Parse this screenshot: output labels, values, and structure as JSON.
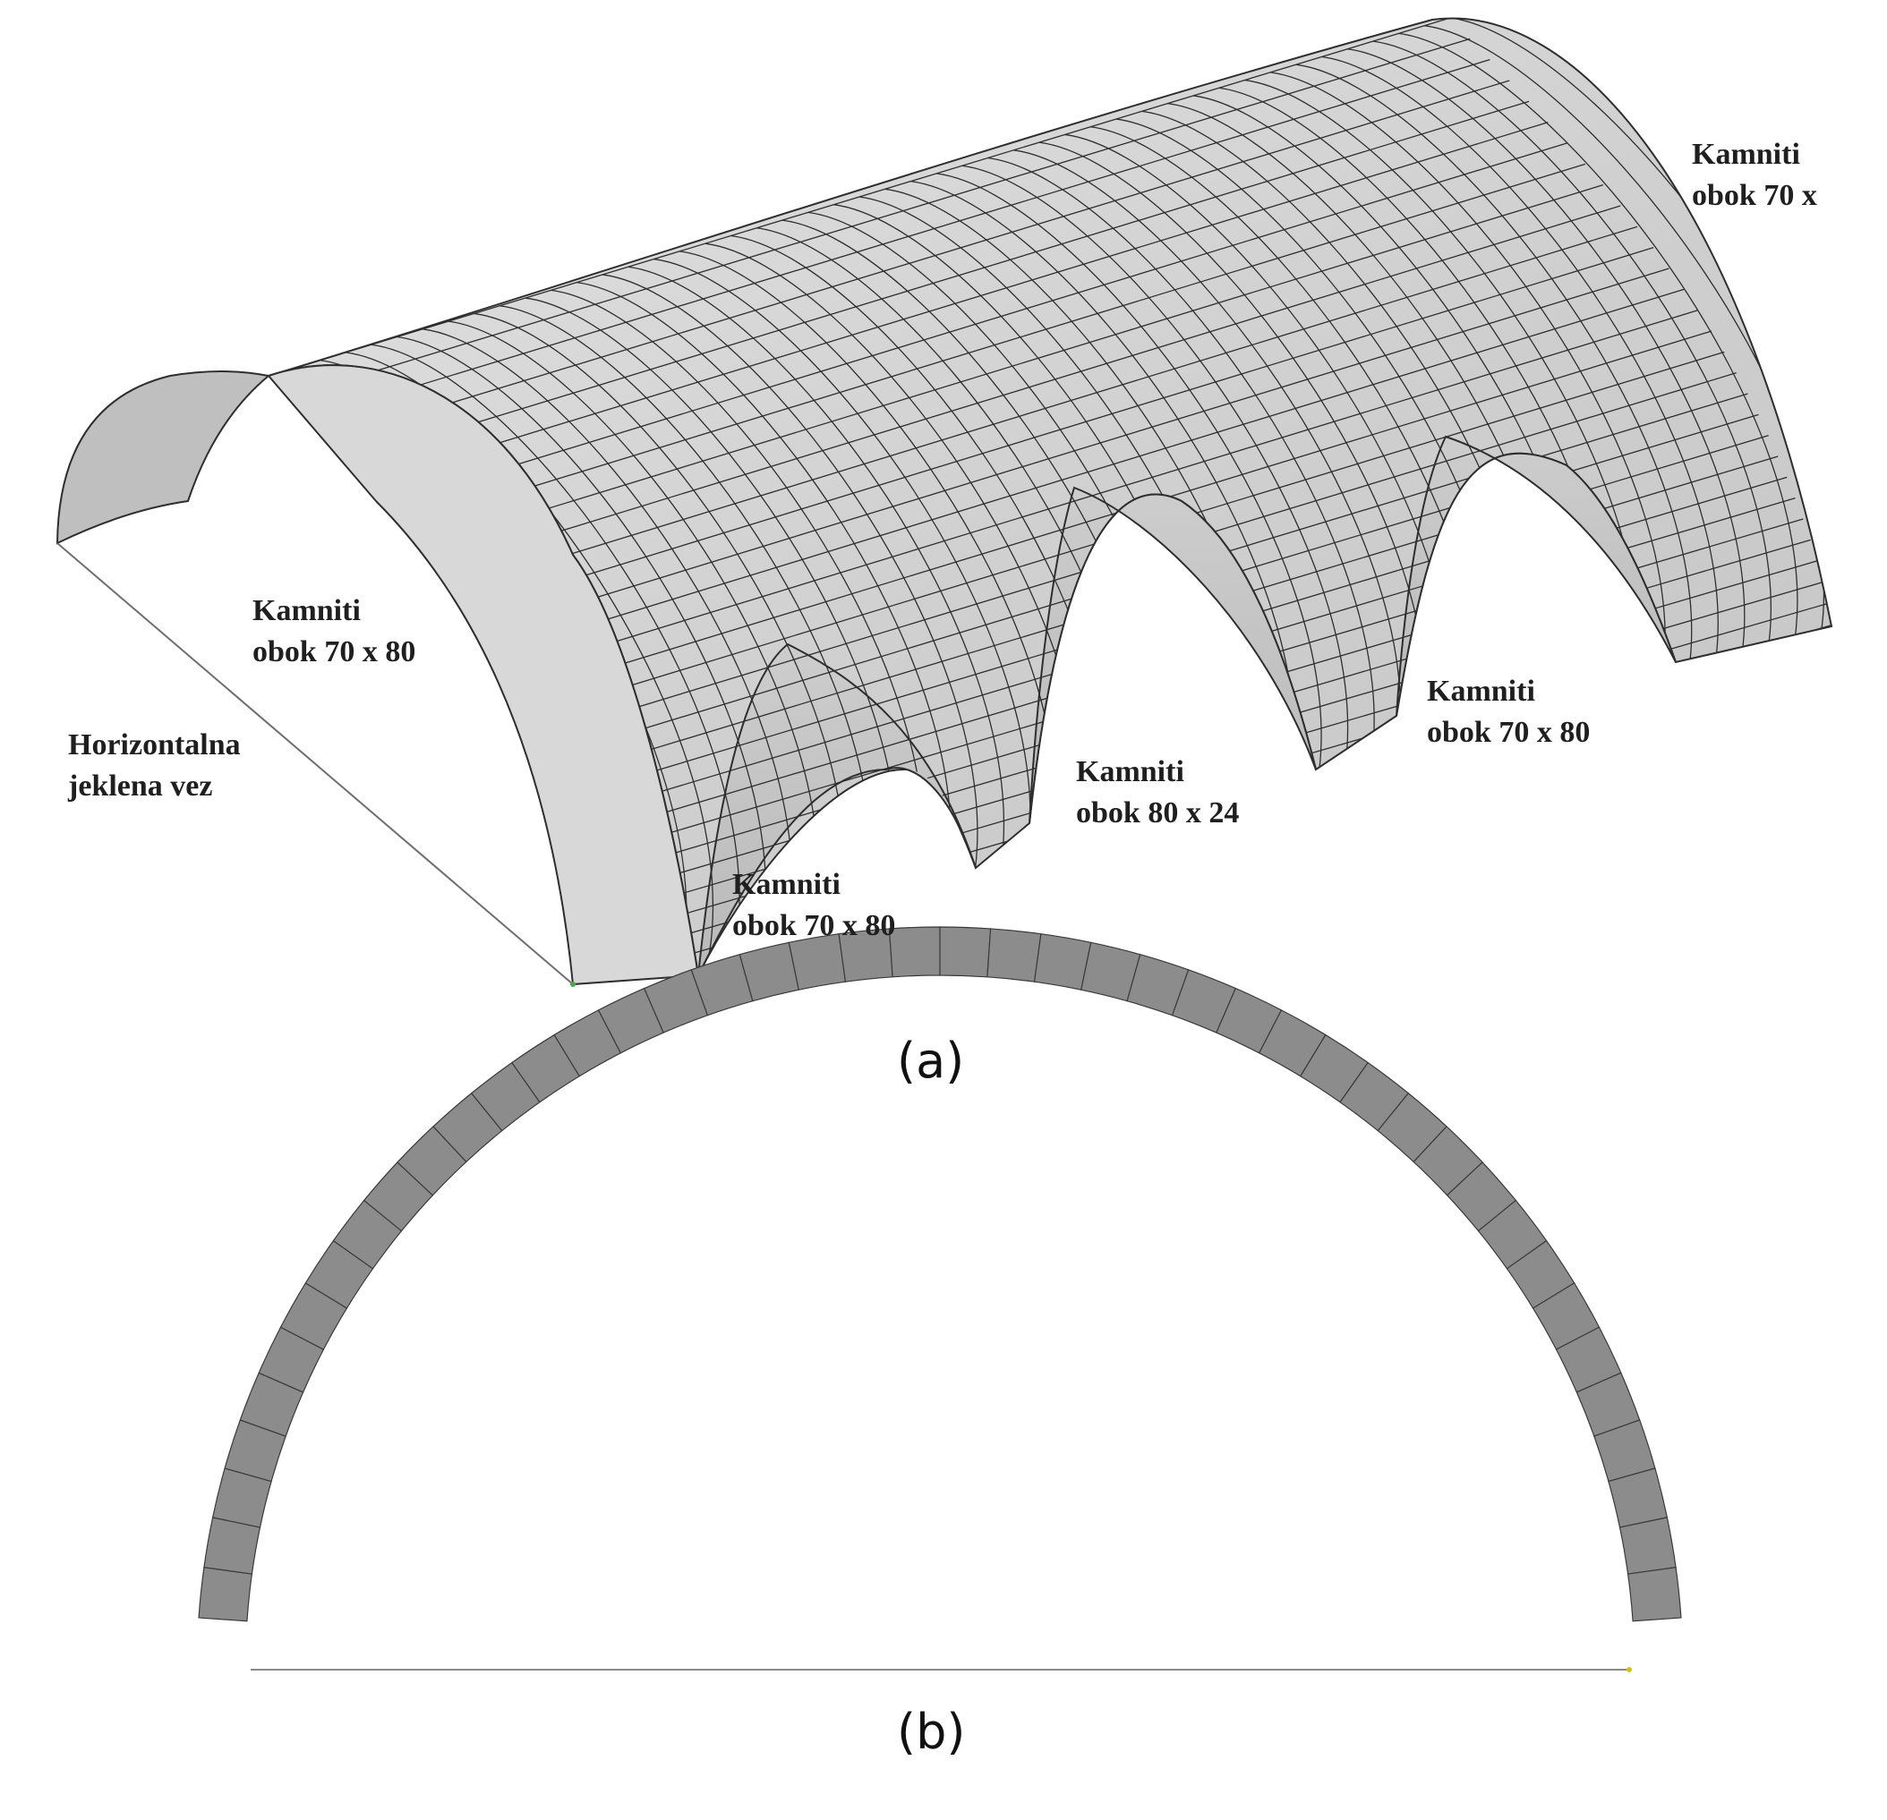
{
  "panel_a": {
    "caption": "(a)",
    "labels": {
      "top_right": {
        "line1": "Kamniti",
        "line2": "obok 70 x"
      },
      "left_arch": {
        "line1": "Kamniti",
        "line2": "obok 70 x 80"
      },
      "tie": {
        "line1": "Horizontalna",
        "line2": "jeklena vez"
      },
      "rib_1": {
        "line1": "Kamniti",
        "line2": "obok 70 x 80"
      },
      "rib_2": {
        "line1": "Kamniti",
        "line2": "obok 80 x 24"
      },
      "rib_3": {
        "line1": "Kamniti",
        "line2": "obok 70 x 80"
      }
    }
  },
  "panel_b": {
    "caption": "(b)"
  },
  "colors": {
    "shell": "#d2d2d2",
    "shell_shade": "#bdbdbd",
    "mesh_line": "#2e2e2e",
    "arch_section": "#8c8c8c",
    "tie_line": "#6f6f6f",
    "text": "#1f1f1f"
  }
}
